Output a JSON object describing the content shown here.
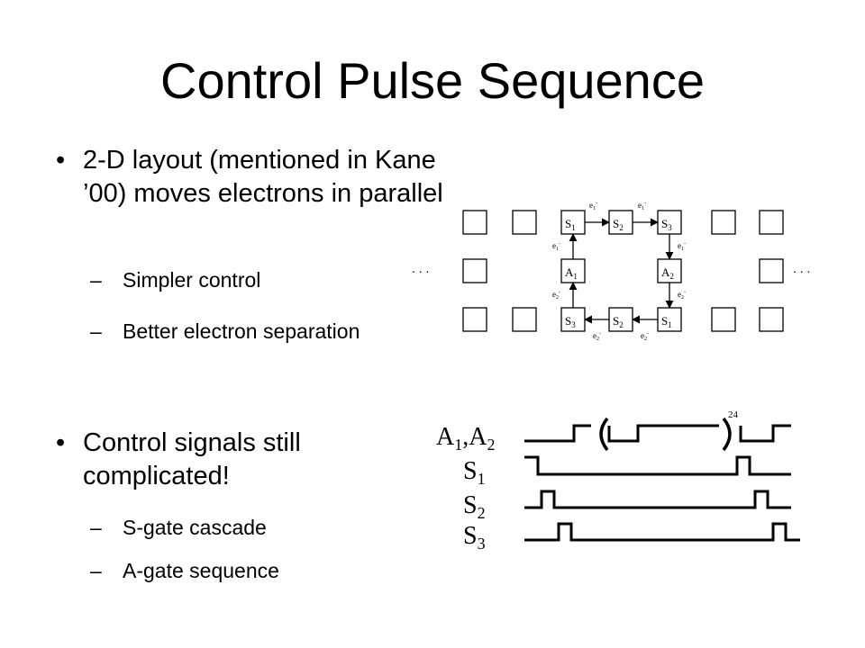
{
  "slide": {
    "title": "Control Pulse Sequence",
    "bullet_glyph": "•",
    "dash_glyph": "–",
    "bullets": [
      {
        "text": "2-D layout (mentioned in Kane ’00) moves electrons in parallel",
        "subs": [
          "Simpler control",
          "Better electron separation"
        ]
      },
      {
        "text": "Control signals still complicated!",
        "subs": [
          "S-gate cascade",
          "A-gate sequence"
        ]
      }
    ]
  },
  "layout_diagram": {
    "ellipsis": ". . .",
    "cells": {
      "top_left": {
        "base": "S",
        "sub": "1"
      },
      "top_mid": {
        "base": "S",
        "sub": "2"
      },
      "top_right": {
        "base": "S",
        "sub": "3"
      },
      "mid_left": {
        "base": "A",
        "sub": "1"
      },
      "mid_right": {
        "base": "A",
        "sub": "2"
      },
      "bot_left": {
        "base": "S",
        "sub": "3"
      },
      "bot_mid": {
        "base": "S",
        "sub": "2"
      },
      "bot_right": {
        "base": "S",
        "sub": "1"
      }
    },
    "arrow_labels": {
      "e1_base": "e",
      "e1_sub": "1",
      "e2_base": "e",
      "e2_sub": "2",
      "sup": "-"
    }
  },
  "signal_diagram": {
    "rows": [
      {
        "label": "A",
        "sub": "1",
        "label2": "A",
        "sub2": "2",
        "separator": ","
      },
      {
        "label": "S",
        "sub": "1"
      },
      {
        "label": "S",
        "sub": "2"
      },
      {
        "label": "S",
        "sub": "3"
      }
    ],
    "repeat_count": "24"
  }
}
